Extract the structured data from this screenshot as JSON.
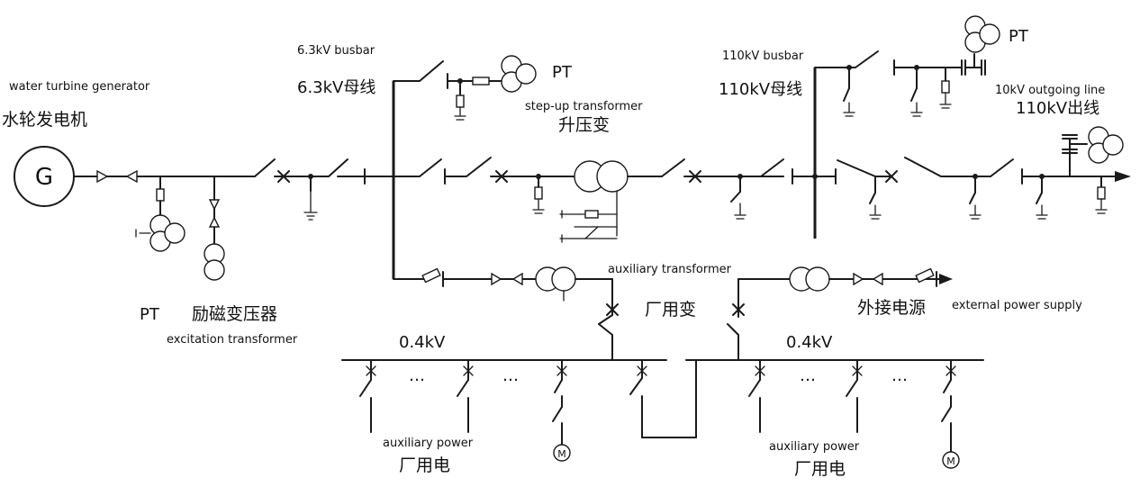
{
  "labels": {
    "generator_en": "water turbine generator",
    "generator_zh": "水轮发电机",
    "generator_symbol": "G",
    "bus63_en": "6.3kV busbar",
    "bus63_zh": "6.3kV母线",
    "pt_upper": "PT",
    "stepup_en": "step-up transformer",
    "stepup_zh": "升压变",
    "bus110_en": "110kV busbar",
    "bus110_zh": "110kV母线",
    "pt_right": "PT",
    "outgoing_en": "10kV outgoing line",
    "outgoing_zh": "110kV出线",
    "pt_lower": "PT",
    "excitation_zh": "励磁变压器",
    "excitation_en": "excitation transformer",
    "aux_tr_en": "auxiliary transformer",
    "aux_tr_zh": "厂用变",
    "ext_zh": "外接电源",
    "ext_en": "external power supply",
    "v04_left": "0.4kV",
    "v04_right": "0.4kV",
    "aux_power_en_left": "auxiliary power",
    "aux_power_zh_left": "厂用电",
    "aux_power_en_right": "auxiliary power",
    "aux_power_zh_right": "厂用电",
    "ellipsis": "…",
    "motor_symbol": "M"
  }
}
